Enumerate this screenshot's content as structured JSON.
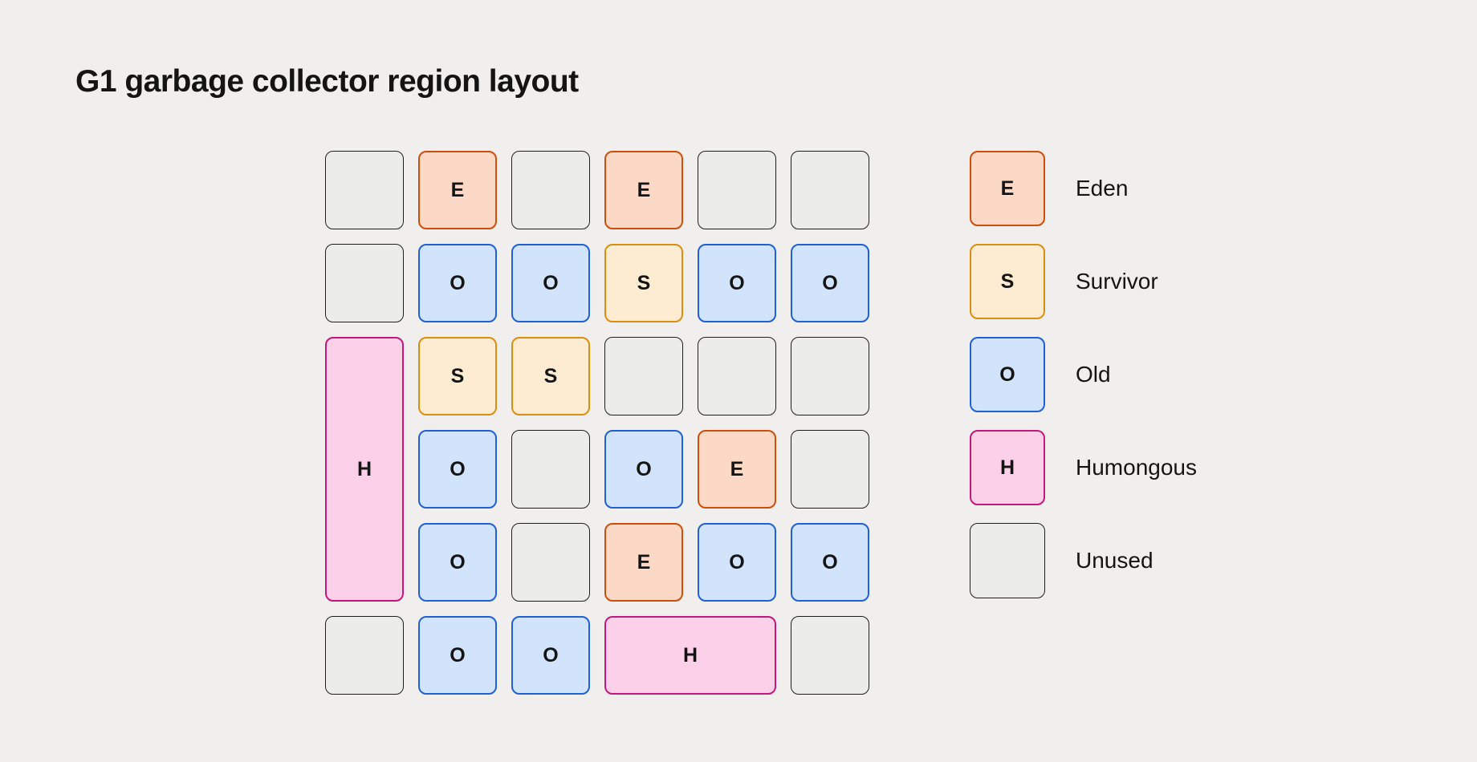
{
  "title": "G1 garbage collector region layout",
  "region_types": {
    "eden": {
      "letter": "E",
      "fill": "#fcd9c7",
      "border": "#cc4e0a"
    },
    "survivor": {
      "letter": "S",
      "fill": "#fdecd1",
      "border": "#dd8e10"
    },
    "old": {
      "letter": "O",
      "fill": "#d2e3fc",
      "border": "#2160d4"
    },
    "humongous": {
      "letter": "H",
      "fill": "#fbd0e8",
      "border": "#c2187c"
    },
    "unused": {
      "letter": "",
      "fill": "#ececea",
      "border": "#1f1f1f"
    }
  },
  "grid": {
    "rows": 6,
    "cols": 6,
    "cells": [
      {
        "r": 1,
        "c": 1,
        "t": "unused"
      },
      {
        "r": 1,
        "c": 2,
        "t": "eden"
      },
      {
        "r": 1,
        "c": 3,
        "t": "unused"
      },
      {
        "r": 1,
        "c": 4,
        "t": "eden"
      },
      {
        "r": 1,
        "c": 5,
        "t": "unused"
      },
      {
        "r": 1,
        "c": 6,
        "t": "unused"
      },
      {
        "r": 2,
        "c": 1,
        "t": "unused"
      },
      {
        "r": 2,
        "c": 2,
        "t": "old"
      },
      {
        "r": 2,
        "c": 3,
        "t": "old"
      },
      {
        "r": 2,
        "c": 4,
        "t": "survivor"
      },
      {
        "r": 2,
        "c": 5,
        "t": "old"
      },
      {
        "r": 2,
        "c": 6,
        "t": "old"
      },
      {
        "r": 3,
        "c": 1,
        "t": "humongous",
        "rowspan": 3
      },
      {
        "r": 3,
        "c": 2,
        "t": "survivor"
      },
      {
        "r": 3,
        "c": 3,
        "t": "survivor"
      },
      {
        "r": 3,
        "c": 4,
        "t": "unused"
      },
      {
        "r": 3,
        "c": 5,
        "t": "unused"
      },
      {
        "r": 3,
        "c": 6,
        "t": "unused"
      },
      {
        "r": 4,
        "c": 2,
        "t": "old"
      },
      {
        "r": 4,
        "c": 3,
        "t": "unused"
      },
      {
        "r": 4,
        "c": 4,
        "t": "old"
      },
      {
        "r": 4,
        "c": 5,
        "t": "eden"
      },
      {
        "r": 4,
        "c": 6,
        "t": "unused"
      },
      {
        "r": 5,
        "c": 2,
        "t": "old"
      },
      {
        "r": 5,
        "c": 3,
        "t": "unused"
      },
      {
        "r": 5,
        "c": 4,
        "t": "eden"
      },
      {
        "r": 5,
        "c": 5,
        "t": "old"
      },
      {
        "r": 5,
        "c": 6,
        "t": "old"
      },
      {
        "r": 6,
        "c": 1,
        "t": "unused"
      },
      {
        "r": 6,
        "c": 2,
        "t": "old"
      },
      {
        "r": 6,
        "c": 3,
        "t": "old"
      },
      {
        "r": 6,
        "c": 4,
        "t": "humongous",
        "colspan": 2
      },
      {
        "r": 6,
        "c": 6,
        "t": "unused"
      }
    ]
  },
  "legend": {
    "items": [
      {
        "type": "eden",
        "label": "Eden"
      },
      {
        "type": "survivor",
        "label": "Survivor"
      },
      {
        "type": "old",
        "label": "Old"
      },
      {
        "type": "humongous",
        "label": "Humongous"
      },
      {
        "type": "unused",
        "label": "Unused"
      }
    ]
  }
}
